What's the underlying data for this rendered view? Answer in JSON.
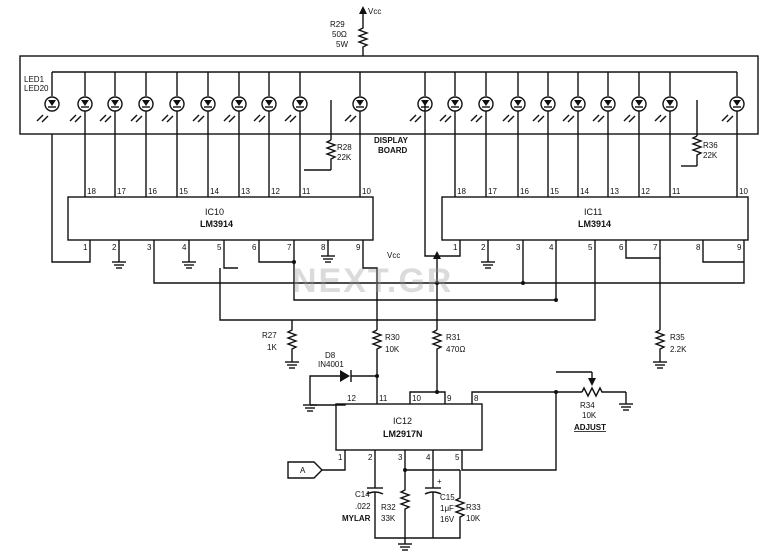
{
  "supply": {
    "label": "Vcc",
    "label_mid": "Vcc"
  },
  "r29": {
    "name": "R29",
    "value": "50Ω",
    "power": "5W"
  },
  "led_bank": {
    "label_line1": "LED1",
    "label_line2": "LED20"
  },
  "display_board": {
    "line1": "DISPLAY",
    "line2": "BOARD"
  },
  "r28": {
    "name": "R28",
    "value": "22K"
  },
  "r36": {
    "name": "R36",
    "value": "22K"
  },
  "ic10": {
    "name": "IC10",
    "part": "LM3914",
    "top_pins": [
      "18",
      "17",
      "16",
      "15",
      "14",
      "13",
      "12",
      "11",
      "10"
    ],
    "bottom_pins": [
      "1",
      "2",
      "3",
      "4",
      "5",
      "6",
      "7",
      "8",
      "9"
    ]
  },
  "ic11": {
    "name": "IC11",
    "part": "LM3914",
    "top_pins": [
      "18",
      "17",
      "16",
      "15",
      "14",
      "13",
      "12",
      "11",
      "10"
    ],
    "bottom_pins": [
      "1",
      "2",
      "3",
      "4",
      "5",
      "6",
      "7",
      "8",
      "9"
    ]
  },
  "ic12": {
    "name": "IC12",
    "part": "LM2917N",
    "top_pins": [
      "12",
      "11",
      "10",
      "9",
      "8"
    ],
    "bottom_pins": [
      "1",
      "2",
      "3",
      "4",
      "5"
    ]
  },
  "r27": {
    "name": "R27",
    "value": "1K"
  },
  "r30": {
    "name": "R30",
    "value": "10K"
  },
  "r31": {
    "name": "R31",
    "value": "470Ω"
  },
  "r35": {
    "name": "R35",
    "value": "2.2K"
  },
  "d8": {
    "name": "D8",
    "part": "IN4001"
  },
  "r34": {
    "name": "R34",
    "value": "10K",
    "function": "ADJUST"
  },
  "input": {
    "label": "A"
  },
  "c14": {
    "name": "C14",
    "value": ".022",
    "type": "MYLAR"
  },
  "r32": {
    "name": "R32",
    "value": "33K"
  },
  "c15": {
    "name": "C15",
    "value": "1μF",
    "voltage": "16V",
    "polarity": "+"
  },
  "r33": {
    "name": "R33",
    "value": "10K"
  },
  "watermark": {
    "text": "NEXT.GR"
  }
}
